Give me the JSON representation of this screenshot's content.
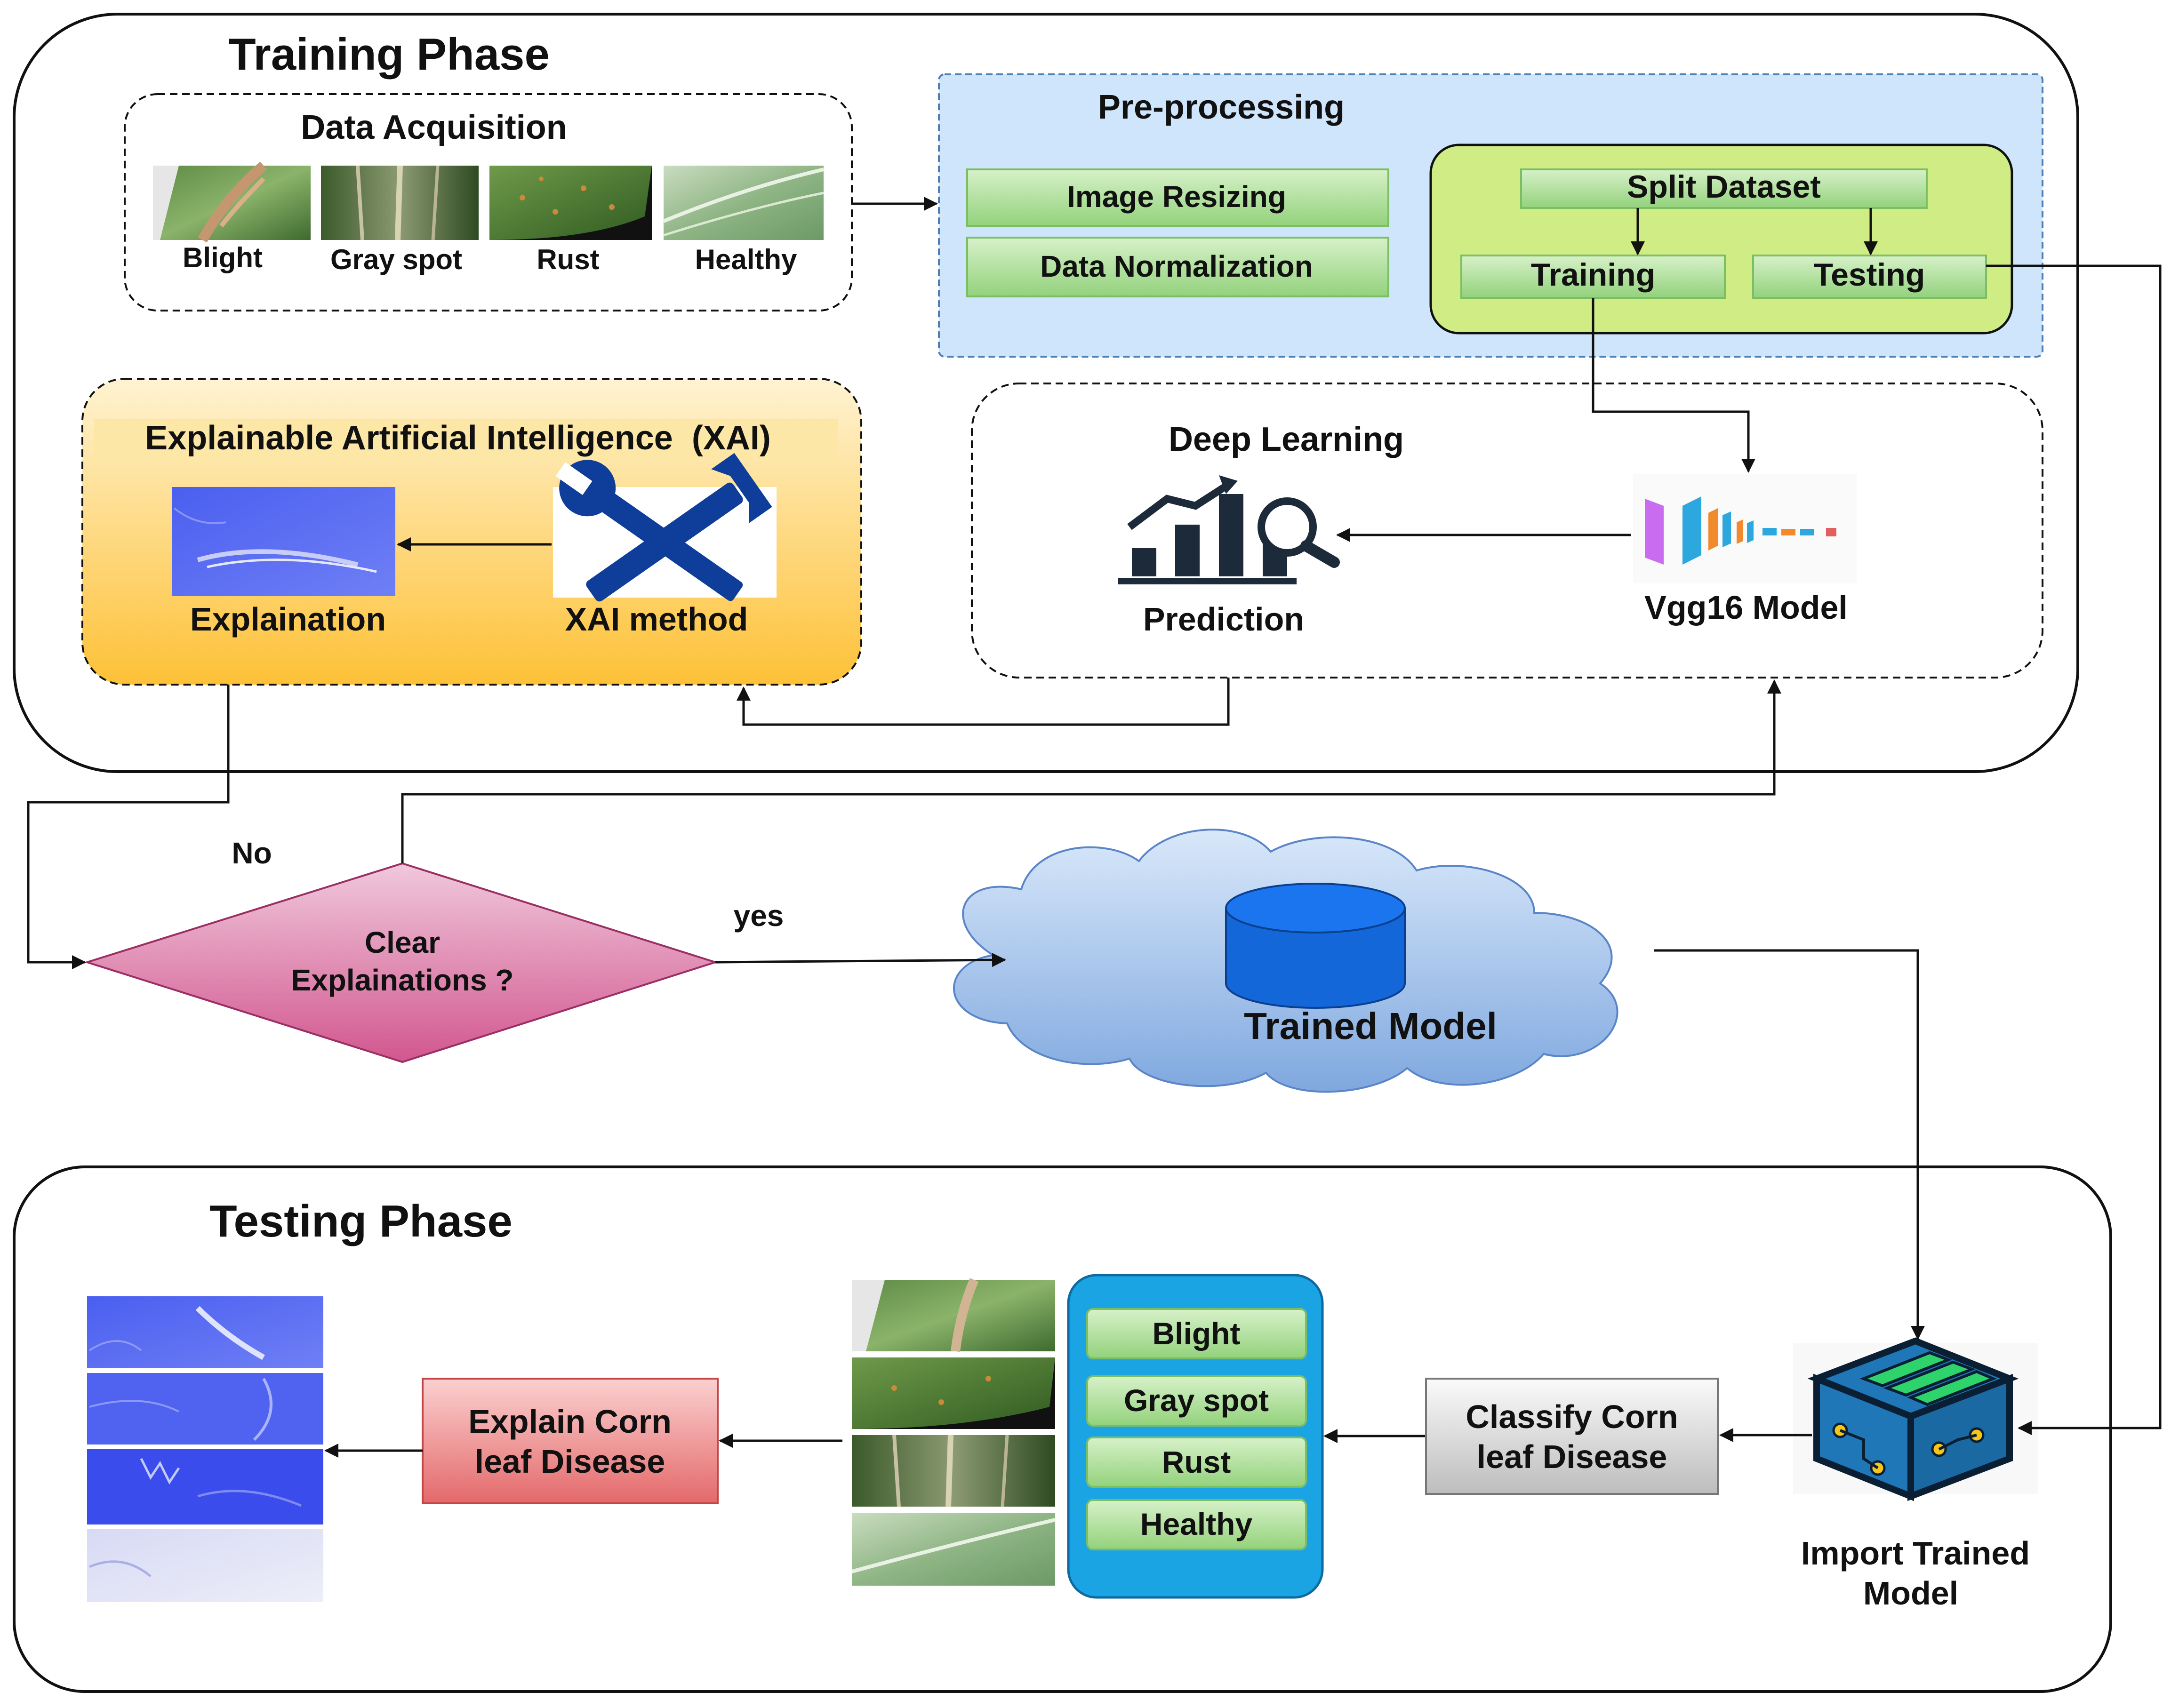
{
  "training_phase": {
    "title": "Training Phase",
    "data_acquisition": {
      "title": "Data Acquisition",
      "samples": [
        "Blight",
        "Gray spot",
        "Rust",
        "Healthy"
      ]
    },
    "preprocessing": {
      "title": "Pre-processing",
      "steps": [
        "Image Resizing",
        "Data Normalization"
      ],
      "split": {
        "title": "Split Dataset",
        "training": "Training",
        "testing": "Testing"
      }
    },
    "xai": {
      "title": "Explainable Artificial Intelligence  (XAI)",
      "explanation_label": "Explaination",
      "method_label": "XAI method"
    },
    "deep_learning": {
      "title": "Deep Learning",
      "prediction_label": "Prediction",
      "model_label": "Vgg16 Model"
    }
  },
  "decision": {
    "line1": "Clear",
    "line2": "Explainations ?",
    "no_label": "No",
    "yes_label": "yes"
  },
  "trained_model": {
    "label": "Trained Model"
  },
  "testing_phase": {
    "title": "Testing Phase",
    "classes": [
      "Blight",
      "Gray spot",
      "Rust",
      "Healthy"
    ],
    "classify": [
      "Classify Corn",
      "leaf Disease"
    ],
    "explain": [
      "Explain Corn",
      "leaf Disease"
    ],
    "import_model": [
      "Import Trained",
      "Model"
    ]
  },
  "colors": {
    "preprocessing_bg": "#cfe5fb",
    "green_box": "#9ed98a",
    "split_bg": "#cfec85",
    "xai_top": "#fff2cf",
    "xai_bottom": "#fdc341",
    "cloud": "#a9c8ee",
    "database": "#1467d9",
    "diamond": "#d9679b",
    "class_panel": "#1ba4e4",
    "explain_box": "#f08b8b",
    "classify_box": "#d8d8d8",
    "chip": "#1f77b8"
  }
}
